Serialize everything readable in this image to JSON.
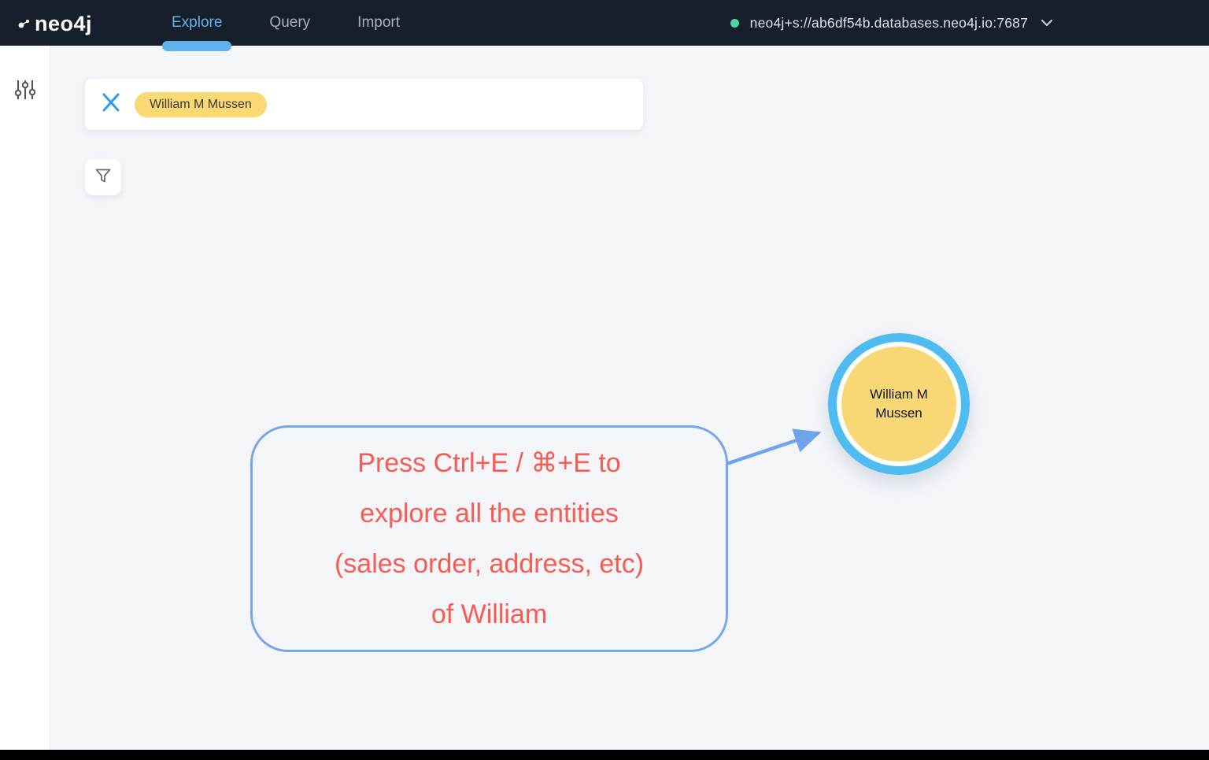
{
  "navbar": {
    "logo_text": "neo4j",
    "tabs": [
      {
        "label": "Explore",
        "active": true
      },
      {
        "label": "Query",
        "active": false
      },
      {
        "label": "Import",
        "active": false
      }
    ],
    "connection": {
      "url": "neo4j+s://ab6df54b.databases.neo4j.io:7687",
      "status": "connected",
      "status_color": "#4FD6A4"
    },
    "colors": {
      "background": "#161F2A",
      "active_tab": "#60B2ED",
      "inactive_tab": "#A9B1BA"
    }
  },
  "sidebar": {
    "icons": [
      {
        "name": "sliders-icon"
      }
    ]
  },
  "search": {
    "clear_icon": "x-icon",
    "chips": [
      "William M Mussen"
    ],
    "chip_color": "#FAD873"
  },
  "filter": {
    "icon": "funnel-icon"
  },
  "canvas": {
    "node": {
      "label": "William M Mussen",
      "fill_color": "#F8D874",
      "ring_color": "#4FBCF1",
      "selected": true
    },
    "annotation": {
      "lines": [
        "Press Ctrl+E / ⌘+E to",
        "explore all the entities",
        "(sales order, address, etc)",
        "of William"
      ],
      "text_color": "#F95B51",
      "border_color": "#75A7EA",
      "arrow_color": "#6FA3EB"
    }
  }
}
